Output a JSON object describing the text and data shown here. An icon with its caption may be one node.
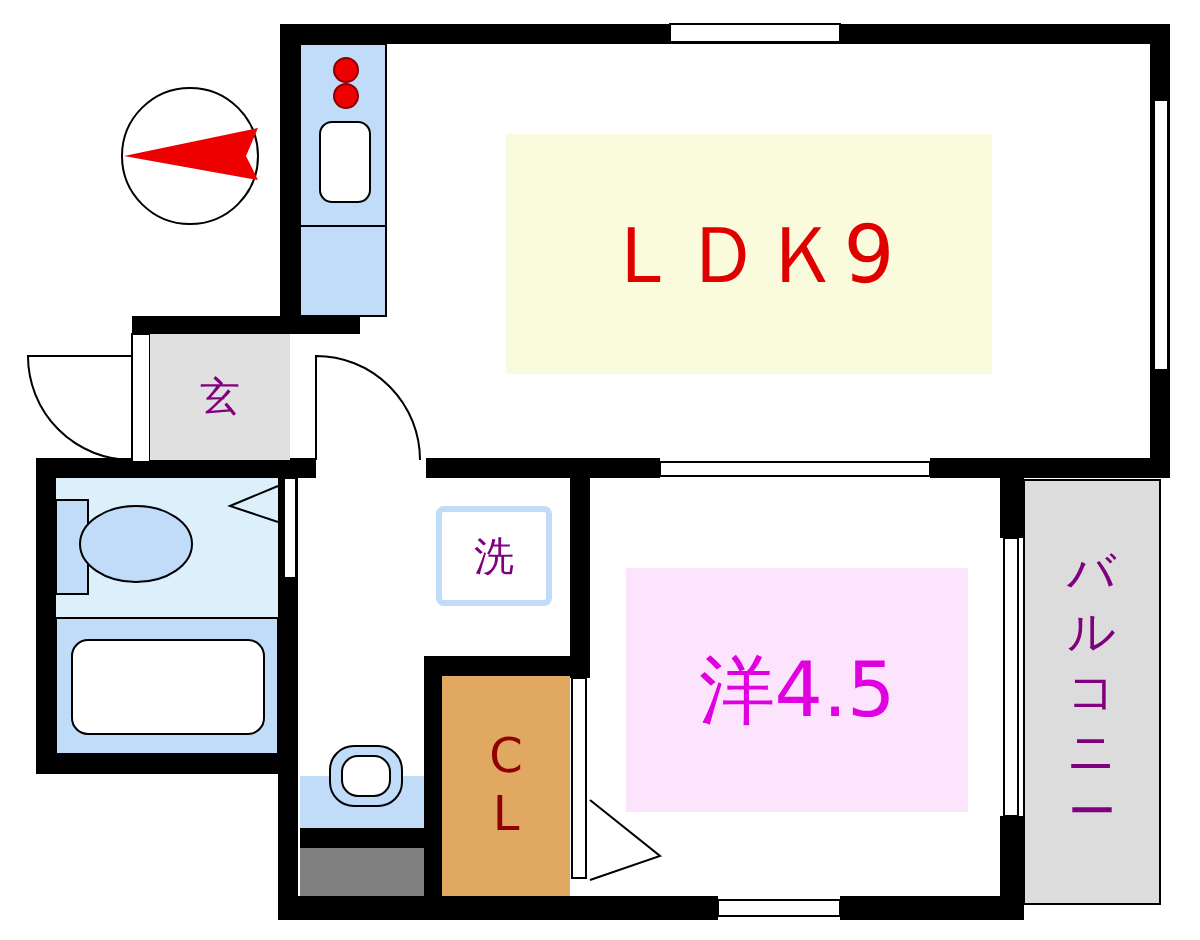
{
  "diagram": {
    "nodes": [
      {
        "text": [
          "ＬＤＫ9"
        ]
      },
      {
        "text": [
          "玄"
        ]
      },
      {
        "text": [
          "洗"
        ]
      },
      {
        "text": [
          "C L"
        ]
      },
      {
        "text": [
          "洋4.5"
        ]
      },
      {
        "text": [
          "バルコニー"
        ]
      }
    ]
  }
}
